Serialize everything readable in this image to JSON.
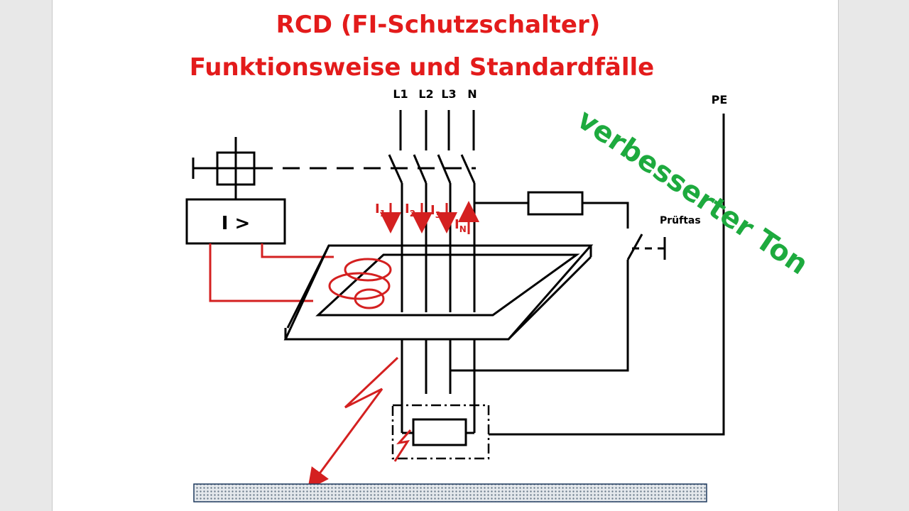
{
  "title": {
    "line1": "RCD  (FI-Schutzschalter)",
    "line2": "Funktionsweise und Standardfälle"
  },
  "conductors": [
    "L1",
    "L2",
    "L3",
    "N"
  ],
  "pe_label": "PE",
  "relay_label": "I >",
  "currents": [
    {
      "main": "I",
      "sub": "1"
    },
    {
      "main": "I",
      "sub": "2"
    },
    {
      "main": "I",
      "sub": "3"
    },
    {
      "main": "I",
      "sub": "N"
    }
  ],
  "test_button_label": "Prüftas",
  "overlay_text": "verbesserter Ton",
  "colors": {
    "title": "#e31b1b",
    "current_arrows": "#d42020",
    "overlay": "#1daa3e",
    "ground_fill": "#cfd6dc",
    "ground_border": "#1f3a5f"
  }
}
